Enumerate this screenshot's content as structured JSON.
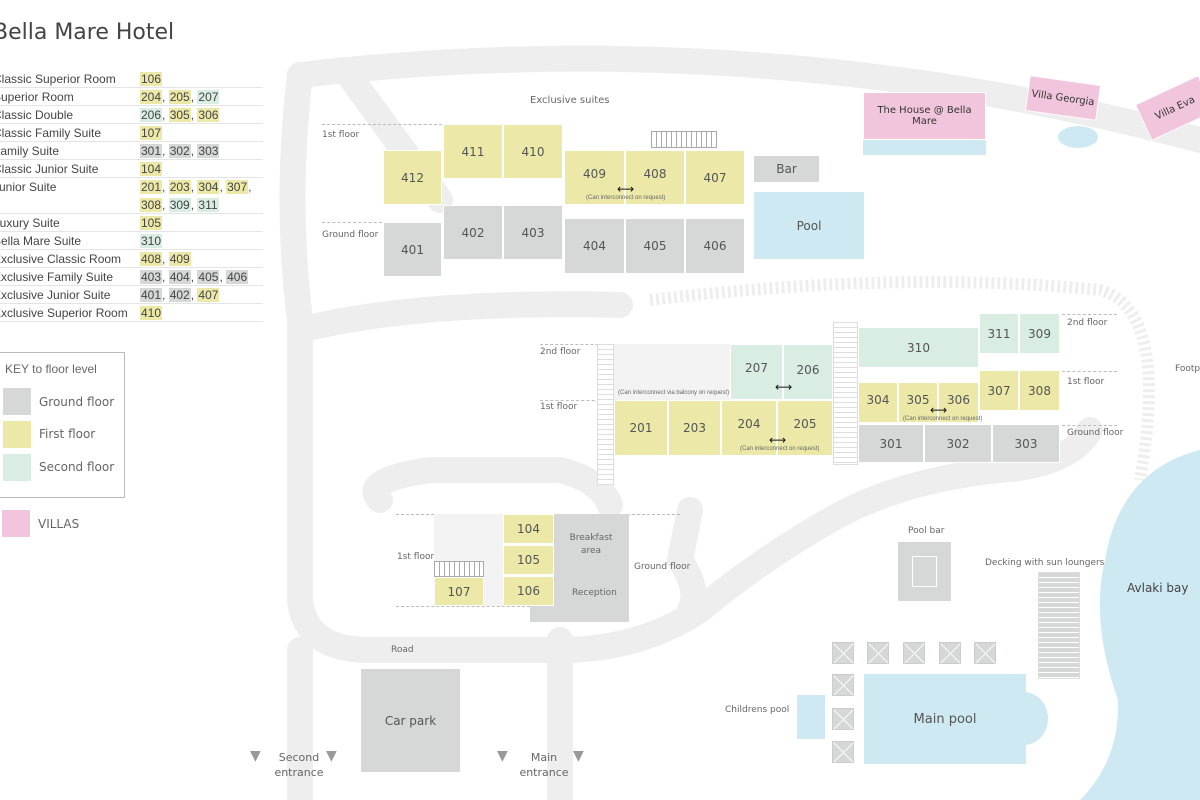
{
  "title": "Bella Mare Hotel",
  "room_types": [
    {
      "type": "Classic Superior Room",
      "rooms": [
        [
          "106",
          "y"
        ]
      ]
    },
    {
      "type": "Superior Room",
      "rooms": [
        [
          "204",
          "y"
        ],
        [
          "205",
          "y"
        ],
        [
          "207",
          "gr"
        ]
      ]
    },
    {
      "type": "Classic Double",
      "rooms": [
        [
          "206",
          "gr"
        ],
        [
          "305",
          "y"
        ],
        [
          "306",
          "y"
        ]
      ]
    },
    {
      "type": "Classic Family Suite",
      "rooms": [
        [
          "107",
          "y"
        ]
      ]
    },
    {
      "type": "Family Suite",
      "rooms": [
        [
          "301",
          "g"
        ],
        [
          "302",
          "g"
        ],
        [
          "303",
          "g"
        ]
      ]
    },
    {
      "type": "Classic Junior Suite",
      "rooms": [
        [
          "104",
          "y"
        ]
      ]
    },
    {
      "type": "Junior Suite",
      "rooms": [
        [
          "201",
          "y"
        ],
        [
          "203",
          "y"
        ],
        [
          "304",
          "y"
        ],
        [
          "307",
          "y"
        ],
        [
          "308",
          "y"
        ],
        [
          "309",
          "gr"
        ],
        [
          "311",
          "gr"
        ]
      ]
    },
    {
      "type": "Luxury Suite",
      "rooms": [
        [
          "105",
          "y"
        ]
      ]
    },
    {
      "type": "Bella Mare Suite",
      "rooms": [
        [
          "310",
          "gr"
        ]
      ]
    },
    {
      "type": "Exclusive Classic Room",
      "rooms": [
        [
          "408",
          "y"
        ],
        [
          "409",
          "y"
        ]
      ]
    },
    {
      "type": "Exclusive Family Suite",
      "rooms": [
        [
          "403",
          "g"
        ],
        [
          "404",
          "g"
        ],
        [
          "405",
          "g"
        ],
        [
          "406",
          "g"
        ]
      ]
    },
    {
      "type": "Exclusive Junior Suite",
      "rooms": [
        [
          "401",
          "g"
        ],
        [
          "402",
          "g"
        ],
        [
          "407",
          "y"
        ]
      ]
    },
    {
      "type": "Exclusive Superior Room",
      "rooms": [
        [
          "410",
          "y"
        ]
      ]
    }
  ],
  "key": {
    "title": "KEY to floor level",
    "ground": "Ground floor",
    "first": "First floor",
    "second": "Second floor",
    "villas": "VILLAS",
    "colors": {
      "ground": "#d6d8d8",
      "first": "#ece9a8",
      "second": "#d9ede3",
      "villas": "#f1c6dd",
      "water": "#cfe9f3"
    }
  },
  "labels": {
    "exclusive_suites": "Exclusive suites",
    "first_floor": "1st floor",
    "ground_floor": "Ground floor",
    "second_floor": "2nd floor",
    "interconnect": "(Can interconnect on request)",
    "interconnect_balcony": "(Can interconnect via balcony on request)",
    "bar": "Bar",
    "pool": "Pool",
    "house": "The House @ Bella Mare",
    "villa_georgia": "Villa Georgia",
    "villa_eva": "Villa Eva",
    "footpath": "Footpath",
    "breakfast": "Breakfast area",
    "reception": "Reception",
    "road": "Road",
    "car_park": "Car park",
    "second_entrance": "Second entrance",
    "main_entrance": "Main entrance",
    "pool_bar": "Pool bar",
    "decking": "Decking with sun loungers",
    "childrens_pool": "Childrens pool",
    "main_pool": "Main pool",
    "bay": "Avlaki bay"
  },
  "rooms": {
    "r412": "412",
    "r411": "411",
    "r410": "410",
    "r409": "409",
    "r408": "408",
    "r407": "407",
    "r401": "401",
    "r402": "402",
    "r403": "403",
    "r404": "404",
    "r405": "405",
    "r406": "406",
    "r207": "207",
    "r206": "206",
    "r201": "201",
    "r203": "203",
    "r204": "204",
    "r205": "205",
    "r310": "310",
    "r311": "311",
    "r309": "309",
    "r304": "304",
    "r305": "305",
    "r306": "306",
    "r307": "307",
    "r308": "308",
    "r301": "301",
    "r302": "302",
    "r303": "303",
    "r104": "104",
    "r105": "105",
    "r106": "106",
    "r107": "107"
  }
}
